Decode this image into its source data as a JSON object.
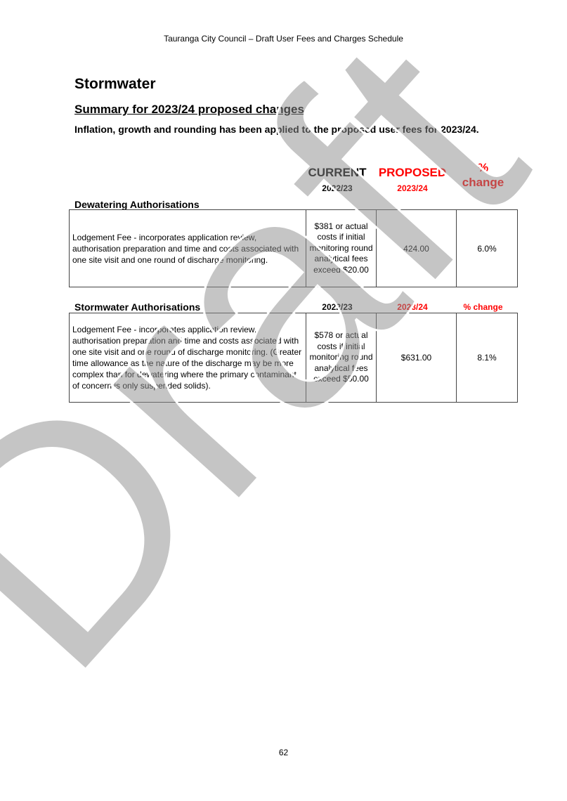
{
  "header": "Tauranga City Council – Draft User Fees and Charges Schedule",
  "title": "Stormwater",
  "subtitle": "Summary for 2023/24 proposed changes",
  "intro": "Inflation, growth and rounding has been applied to the proposed user fees for 2023/24.",
  "column_headers": {
    "current": "CURRENT",
    "proposed": "PROPOSED",
    "pct_line1": "%",
    "pct_line2": "change",
    "current_year": "2022/23",
    "proposed_year": "2023/24"
  },
  "sections": [
    {
      "name": "Dewatering Authorisations",
      "rows": [
        {
          "description": "Lodgement Fee - incorporates application review, authorisation preparation and time and costs associated with one site visit and one round of discharge monitoring.",
          "current": "$381 or actual costs if initial monitoring round analytical fees exceed $20.00",
          "proposed": "424.00",
          "change": "6.0%"
        }
      ]
    },
    {
      "name": "Stormwater Authorisations",
      "current_year": "2022/23",
      "proposed_year": "2023/24",
      "change_label": "% change",
      "rows": [
        {
          "description": "Lodgement Fee - incorporates application review, authorisation preparation and time and costs associated with one site visit and one round of discharge monitoring. (Greater time allowance as the nature of the discharge may be more complex than for dewatering where the primary contaminant of concern is only suspended solids).",
          "current": "$578 or actual costs if initial monitoring round analytical fees exceed $50.00",
          "proposed": "$631.00",
          "change": "8.1%"
        }
      ]
    }
  ],
  "watermark": "Draft",
  "page_number": "62"
}
